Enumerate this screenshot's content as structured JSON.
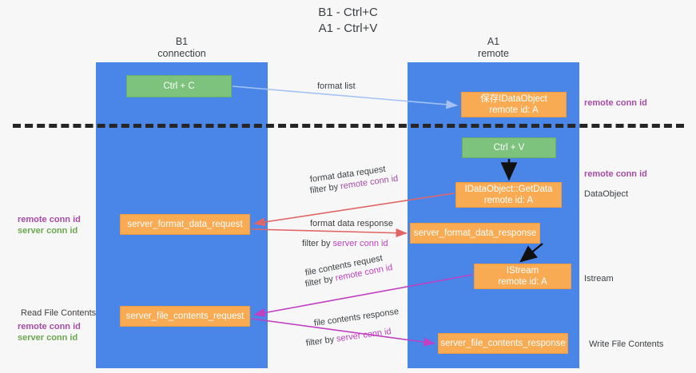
{
  "title": {
    "line1": "B1 - Ctrl+C",
    "line2": "A1 - Ctrl+V"
  },
  "columns": [
    {
      "name": "B1",
      "role": "connection"
    },
    {
      "name": "A1",
      "role": "remote"
    }
  ],
  "nodes": {
    "ctrl_c": {
      "line1": "Ctrl + C",
      "line2": "",
      "color": "#7dc37d"
    },
    "save_idataobject": {
      "line1": "保存IDataObject",
      "line2": "remote id: A",
      "color": "#f9ab54"
    },
    "ctrl_v": {
      "line1": "Ctrl + V",
      "line2": "",
      "color": "#7dc37d"
    },
    "getdata": {
      "line1": "IDataObject::GetData",
      "line2": "remote id: A",
      "color": "#f9ab54"
    },
    "server_format_data_request": {
      "line1": "server_format_data_request",
      "line2": "",
      "color": "#f9ab54"
    },
    "server_format_data_response": {
      "line1": "server_format_data_response",
      "line2": "",
      "color": "#f9ab54"
    },
    "istream": {
      "line1": "IStream",
      "line2": "remote id: A",
      "color": "#f9ab54"
    },
    "server_file_contents_request": {
      "line1": "server_file_contents_request",
      "line2": "",
      "color": "#f9ab54"
    },
    "server_file_contents_response": {
      "line1": "server_file_contents_response",
      "line2": "",
      "color": "#f9ab54"
    }
  },
  "edges": {
    "format_list": {
      "label": "format list",
      "color": "#a4c2f4"
    },
    "format_data_request": {
      "label": "format data request",
      "filter_prefix": "filter by ",
      "filter_key": "remote conn id",
      "color": "#e06666"
    },
    "format_data_response": {
      "label": "format data response",
      "filter_prefix": "filter by ",
      "filter_key": "server conn id",
      "color": "#e06666"
    },
    "file_contents_request": {
      "label": "file contents request",
      "filter_prefix": "filter by ",
      "filter_key": "remote conn id",
      "color": "#c13fc1"
    },
    "file_contents_response": {
      "label": "file contents response",
      "filter_prefix": "filter by ",
      "filter_key": "server conn id",
      "color": "#c13fc1"
    }
  },
  "annotations": {
    "right": {
      "remote_conn_id_top": "remote conn id",
      "remote_conn_id_mid": "remote conn id",
      "dataobject": "DataObject",
      "istream": "Istream",
      "write_file_contents": "Write File Contents"
    },
    "left": {
      "remote_conn_id_1": "remote conn id",
      "server_conn_id_1": "server conn id",
      "read_file_contents": "Read File Contents",
      "remote_conn_id_2": "remote conn id",
      "server_conn_id_2": "server conn id"
    }
  },
  "colors": {
    "lane": "#4a86e8",
    "green_node": "#7dc37d",
    "orange_node": "#f9ab54",
    "purple_text": "#a64ca6",
    "magenta_text": "#c13fc1",
    "green_text": "#6aa84f",
    "red_arrow": "#e06666",
    "blue_arrow": "#a4c2f4",
    "magenta_arrow": "#c13fc1",
    "divider": "#262626",
    "background": "#f7f7f7"
  }
}
